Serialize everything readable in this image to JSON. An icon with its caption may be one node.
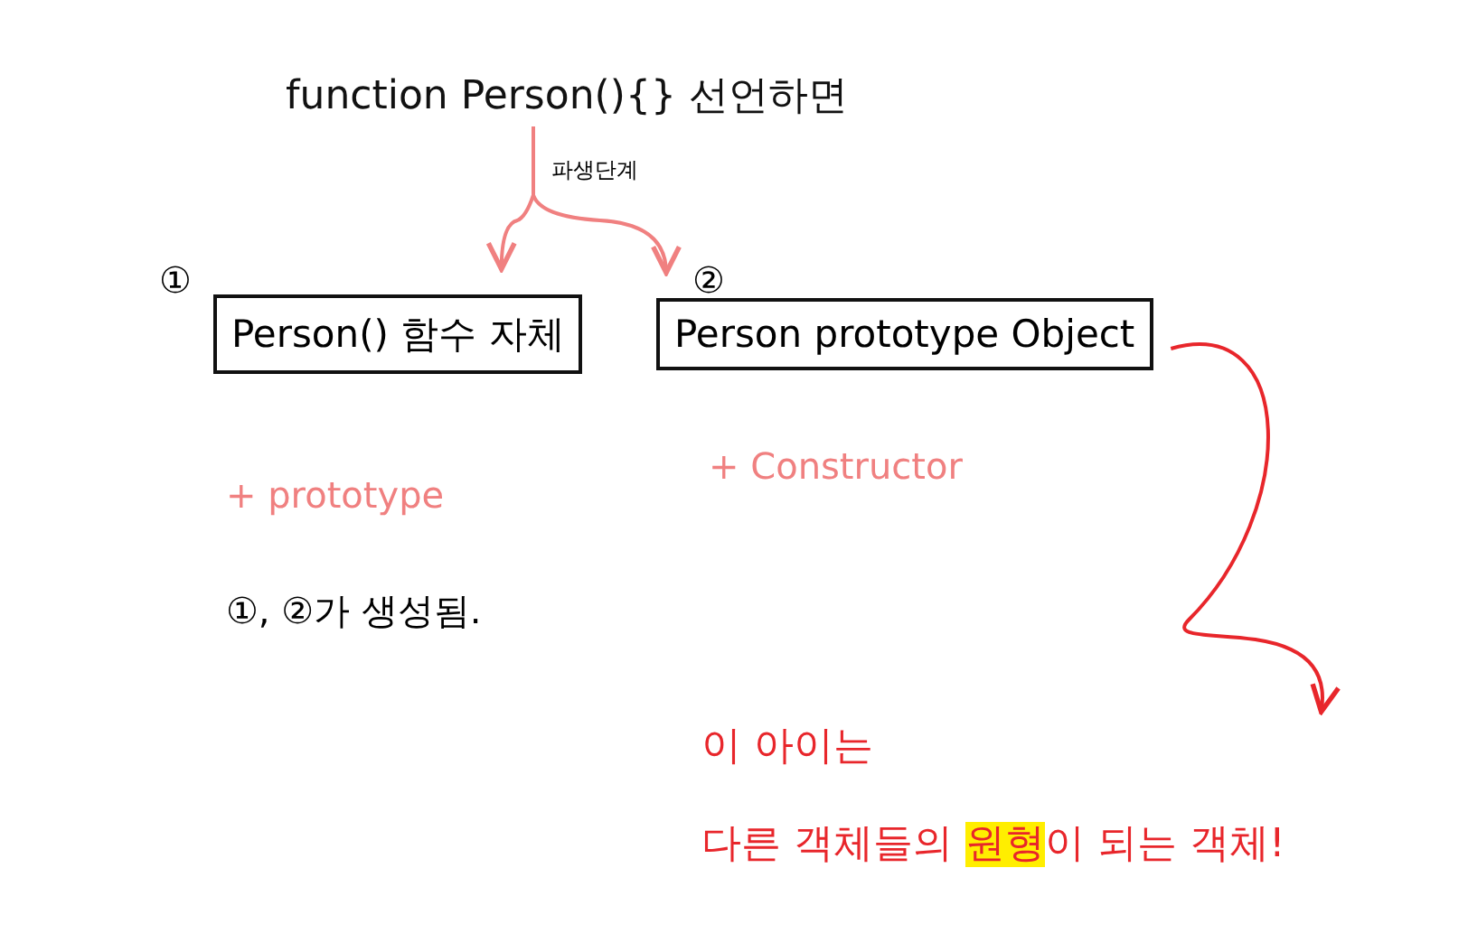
{
  "diagram": {
    "nodes": [
      {
        "text": [
          "function Person(){} 선언하면"
        ]
      },
      {
        "text": [
          "①",
          "Person() 함수 자체"
        ],
        "beside": [
          "+ prototype"
        ]
      },
      {
        "text": [
          "②",
          "Person prototype Object"
        ],
        "beside": [
          "+ Constructor"
        ]
      },
      {
        "text": [
          "이 아이는",
          "다른 객체들의 **원형**이 되는 객체!"
        ]
      }
    ],
    "edges": [
      {
        "from": 0,
        "to": 1,
        "arrow": "to",
        "label": "파생단계",
        "color": "#f08080"
      },
      {
        "from": 0,
        "to": 2,
        "arrow": "to",
        "color": "#f08080"
      },
      {
        "from": 2,
        "to": 3,
        "arrow": "to",
        "color": "#e8262b"
      }
    ],
    "labels": [
      "①, ②가 생성됨."
    ]
  }
}
